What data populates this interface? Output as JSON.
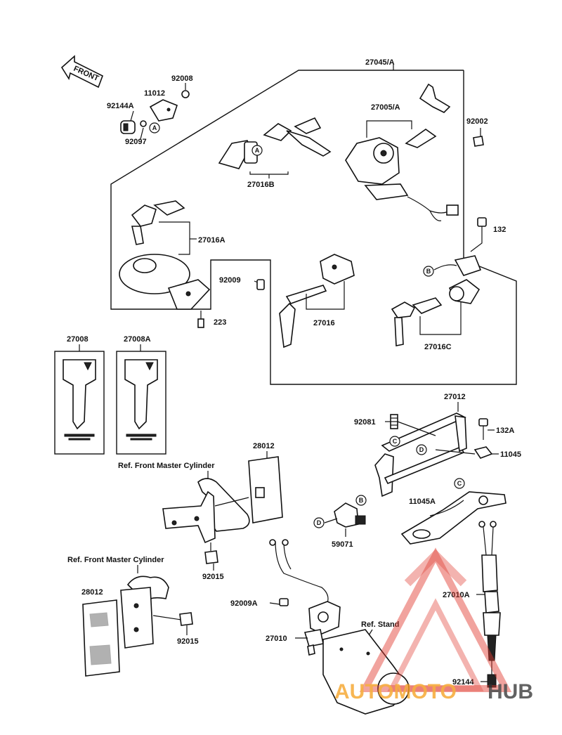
{
  "diagram": {
    "front_arrow_label": "FRONT",
    "callout_letters": {
      "a": "A",
      "b": "B",
      "c": "C",
      "d": "D"
    },
    "part_numbers": {
      "p27045A": "27045/A",
      "p27005A": "27005/A",
      "p92008": "92008",
      "p11012": "11012",
      "p92144A": "92144A",
      "p92097": "92097",
      "p92002": "92002",
      "p27016B": "27016B",
      "p27016A": "27016A",
      "p132": "132",
      "p92009": "92009",
      "p27016": "27016",
      "p27016C": "27016C",
      "p223": "223",
      "p27008": "27008",
      "p27008A": "27008A",
      "p27012": "27012",
      "p92081": "92081",
      "p132A": "132A",
      "p11045": "11045",
      "p28012_top": "28012",
      "p11045A": "11045A",
      "p59071": "59071",
      "p92015_top": "92015",
      "p28012_bottom": "28012",
      "p92015_bottom": "92015",
      "p92009A": "92009A",
      "p27010": "27010",
      "p27010A": "27010A",
      "p92144": "92144"
    },
    "reference_labels": {
      "ref_front_master_top": "Ref. Front Master Cylinder",
      "ref_front_master_bottom": "Ref. Front Master Cylinder",
      "ref_stand": "Ref. Stand"
    }
  },
  "watermark": {
    "text_left": "AUTOMOTO",
    "text_right": "HUB",
    "color_red": "#e03a2f",
    "color_orange": "#f4a020",
    "color_dark": "#333333"
  }
}
